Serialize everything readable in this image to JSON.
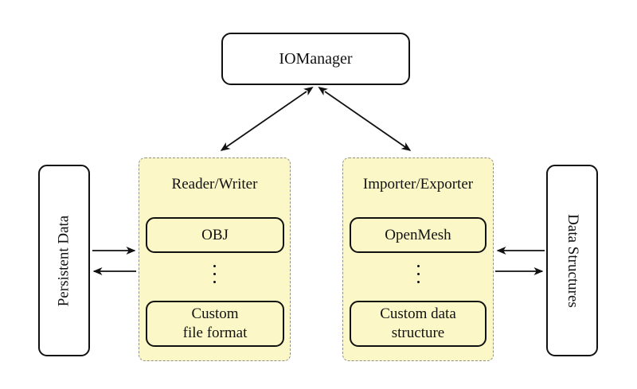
{
  "diagram": {
    "nodes": {
      "iomanager": {
        "label": "IOManager"
      },
      "persistent_data": {
        "label": "Persistent Data",
        "text_direction": "bottom-to-top"
      },
      "data_structures": {
        "label": "Data Structures",
        "text_direction": "top-to-bottom"
      },
      "reader_writer": {
        "label": "Reader/Writer",
        "items": {
          "obj": "OBJ",
          "ellipsis": "⋮",
          "custom_line1": "Custom",
          "custom_line2": "file format"
        }
      },
      "importer_exporter": {
        "label": "Importer/Exporter",
        "items": {
          "openmesh": "OpenMesh",
          "ellipsis": "⋮",
          "custom_line1": "Custom data",
          "custom_line2": "structure"
        }
      }
    },
    "connections": [
      {
        "from": "iomanager",
        "to": "reader_writer",
        "type": "double-headed"
      },
      {
        "from": "iomanager",
        "to": "importer_exporter",
        "type": "double-headed"
      },
      {
        "from": "persistent_data",
        "to": "reader_writer",
        "type": "single"
      },
      {
        "from": "reader_writer",
        "to": "persistent_data",
        "type": "single"
      },
      {
        "from": "importer_exporter",
        "to": "data_structures",
        "type": "single"
      },
      {
        "from": "data_structures",
        "to": "importer_exporter",
        "type": "single"
      }
    ],
    "colors": {
      "background": "#ffffff",
      "group_fill": "#fbf7c6",
      "group_border": "#8f8f8f",
      "node_border": "#111111",
      "arrow": "#111111"
    }
  }
}
